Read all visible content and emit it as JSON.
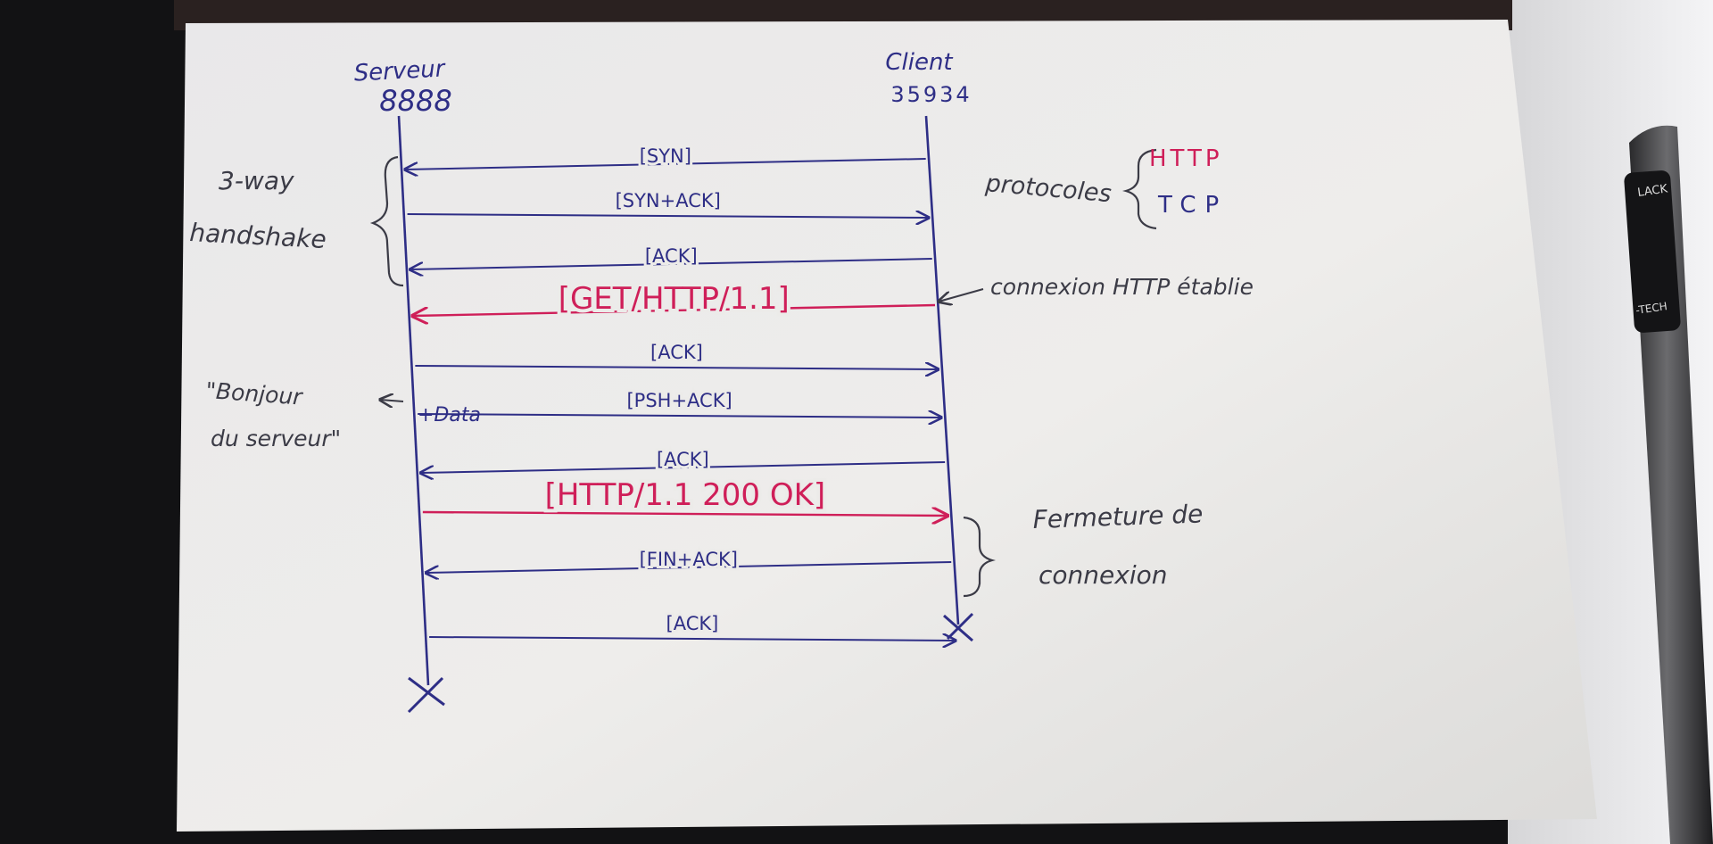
{
  "colors": {
    "blue_ink": "#2e2e86",
    "red_ink": "#cf1f59",
    "gray_ink": "#3b3b46",
    "paper": "#ecebe9",
    "background": "#0f0f10"
  },
  "left_party": {
    "name": "Serveur",
    "port": "8888"
  },
  "right_party": {
    "name": "Client",
    "port": "35934"
  },
  "messages": [
    {
      "label": "[SYN]",
      "direction": "client-to-server",
      "color": "blue"
    },
    {
      "label": "[SYN+ACK]",
      "direction": "server-to-client",
      "color": "blue"
    },
    {
      "label": "[ACK]",
      "direction": "client-to-server",
      "color": "blue"
    },
    {
      "label": "[GET/HTTP/1.1]",
      "direction": "client-to-server",
      "color": "red"
    },
    {
      "label": "[ACK]",
      "direction": "server-to-client",
      "color": "blue"
    },
    {
      "label": "[PSH+ACK]",
      "direction": "server-to-client",
      "color": "blue"
    },
    {
      "label": "[ACK]",
      "direction": "client-to-server",
      "color": "blue"
    },
    {
      "label": "[HTTP/1.1 200 OK]",
      "direction": "server-to-client",
      "color": "red"
    },
    {
      "label": "[FIN+ACK]",
      "direction": "client-to-server",
      "color": "blue"
    },
    {
      "label": "[ACK]",
      "direction": "server-to-client",
      "color": "blue"
    }
  ],
  "annotations": {
    "handshake_line1": "3-way",
    "handshake_line2": "handshake",
    "protocols_label": "protocoles",
    "protocol_http": "HTTP",
    "protocol_tcp": "TCP",
    "connection_established": "connexion HTTP établie",
    "data_label": "+Data",
    "data_quote_line1": "\"Bonjour",
    "data_quote_line2": "du serveur\"",
    "closing_line1": "Fermeture de",
    "closing_line2": "connexion"
  },
  "pen": {
    "brand_text_1": "LACK",
    "brand_text_2": "-TECH"
  }
}
